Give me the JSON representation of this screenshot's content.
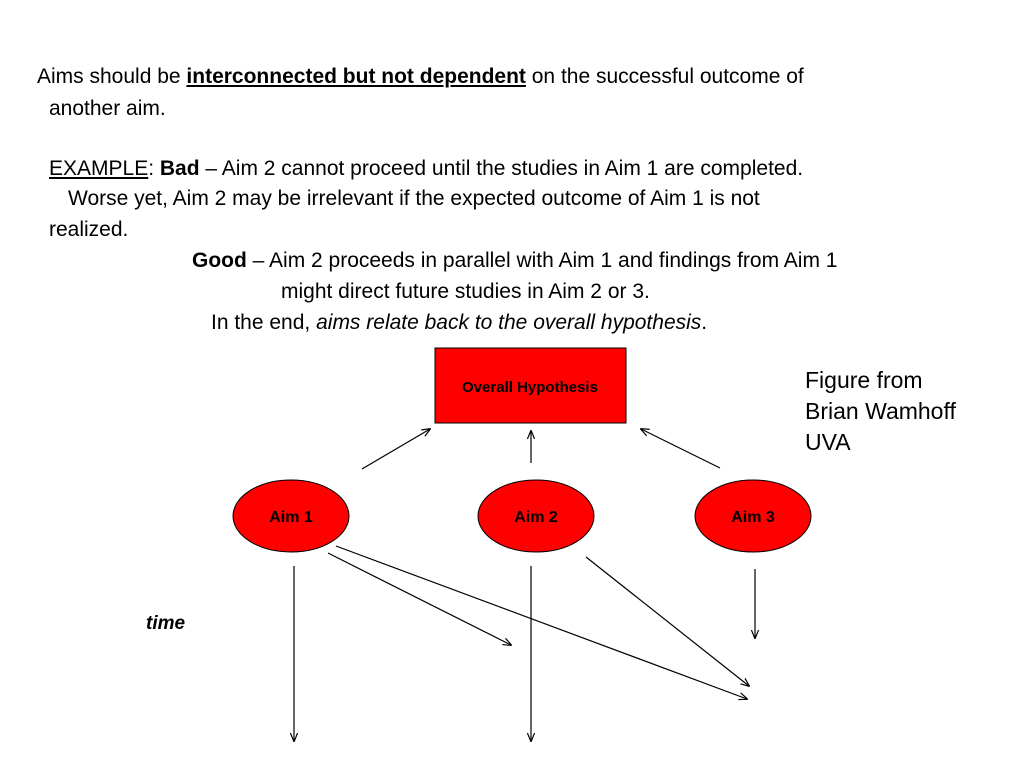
{
  "paragraph1": {
    "lead": "Aims should be ",
    "emphasis": "interconnected but not dependent",
    "tail": " on the successful outcome of",
    "line2": "another aim."
  },
  "example": {
    "label": "EXAMPLE",
    "colon": ":  ",
    "bad_label": "Bad",
    "bad_text": " – Aim 2 cannot proceed until the studies in Aim 1 are completed.",
    "bad_line2": "Worse yet, Aim 2 may be irrelevant if the expected outcome of Aim 1 is not",
    "bad_line3": "realized.",
    "good_label": "Good",
    "good_text": " – Aim 2 proceeds in parallel with Aim 1 and findings from Aim 1",
    "good_line2": "might direct future studies in Aim 2 or 3.",
    "end_lead": "In the end, ",
    "end_italic": "aims relate back to the overall hypothesis",
    "end_tail": "."
  },
  "credit": {
    "line1": "Figure from",
    "line2": "Brian Wamhoff",
    "line3": "UVA"
  },
  "diagram": {
    "hypothesis": "Overall Hypothesis",
    "aims": [
      "Aim 1",
      "Aim 2",
      "Aim 3"
    ],
    "time_label": "time",
    "fill_color": "#ff0000",
    "stroke_color": "#000000"
  }
}
